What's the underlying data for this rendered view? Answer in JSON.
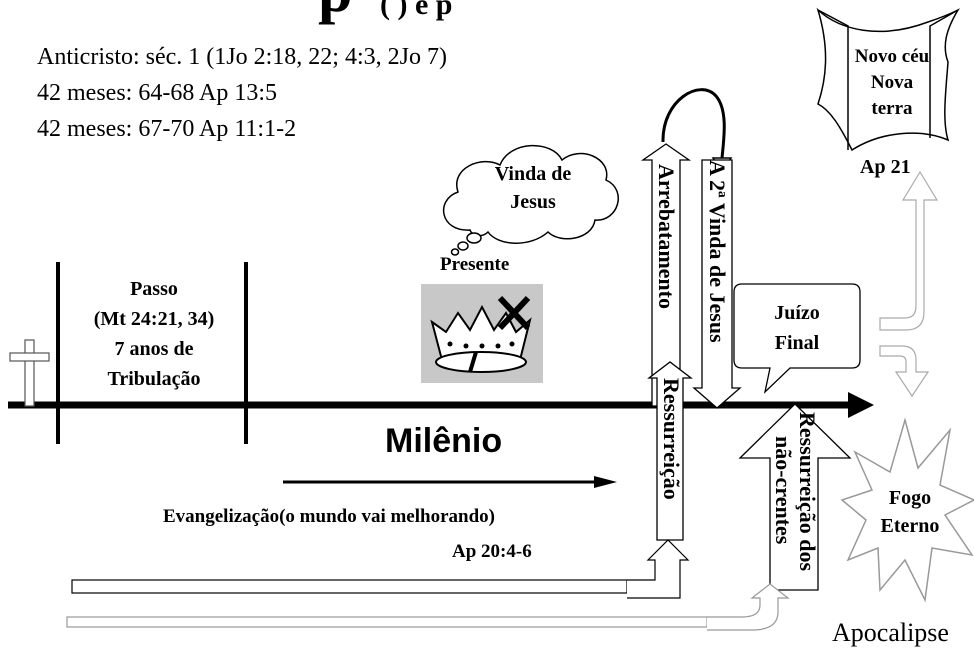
{
  "title_partial": "p",
  "title_partial_rest": "(                 ) e   p",
  "info_lines": [
    "Anticristo: séc. 1 (1Jo 2:18, 22; 4:3, 2Jo 7)",
    "42 meses:  64-68   Ap 13:5",
    "42 meses:  67-70   Ap 11:1-2"
  ],
  "scroll": {
    "line1": "Novo céu",
    "line2": "Nova",
    "line3": "terra",
    "ref": "Ap 21"
  },
  "cloud": {
    "line1": "Vinda de",
    "line2": "Jesus"
  },
  "presente": "Presente",
  "passo": {
    "line1": "Passo",
    "line2": "(Mt 24:21, 34)",
    "line3": "7 anos de",
    "line4": "Tribulação"
  },
  "rapture": "Arrebatamento",
  "second_coming": "A 2ª Vinda de Jesus",
  "resurrection": "Ressurreição",
  "judgment": {
    "line1": "Juízo",
    "line2": "Final"
  },
  "resurrection_unbelievers": {
    "line1": "Ressurreição dos",
    "line2": "não-crentes"
  },
  "millennium": "Milênio",
  "evangelization": "Evangelização(o mundo vai melhorando)",
  "ref_millennium": "Ap 20:4-6",
  "fire": {
    "line1": "Fogo",
    "line2": "Eterno"
  },
  "apocalypse": "Apocalipse"
}
